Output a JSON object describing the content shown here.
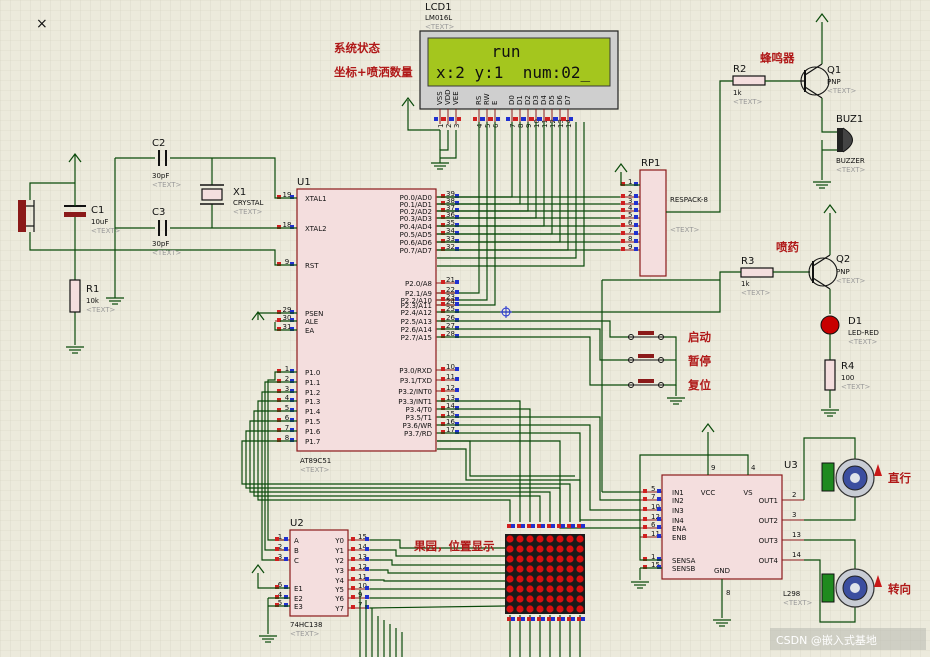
{
  "close_mark": "×",
  "lcd": {
    "ref": "LCD1",
    "model": "LM016L",
    "text_tag": "<TEXT>",
    "line1": "run",
    "line2": "x:2 y:1  num:02_",
    "pins": [
      "VSS",
      "VDD",
      "VEE",
      "RS",
      "RW",
      "E",
      "D0",
      "D1",
      "D2",
      "D3",
      "D4",
      "D5",
      "D6",
      "D7"
    ],
    "pin_nums": [
      "1",
      "2",
      "3",
      "4",
      "5",
      "6",
      "7",
      "8",
      "9",
      "10",
      "11",
      "12",
      "13",
      "14"
    ]
  },
  "annotations": {
    "system_state": "系统状态",
    "coord_count": "坐标+喷洒数量",
    "buzzer": "蜂鸣器",
    "spray": "喷药",
    "start": "启动",
    "pause": "暂停",
    "reset": "复位",
    "orchard": "果园，位置显示",
    "forward": "直行",
    "turn": "转向"
  },
  "u1": {
    "ref": "U1",
    "model": "AT89C51",
    "text_tag": "<TEXT>",
    "left_pins": [
      {
        "num": "19",
        "name": "XTAL1"
      },
      {
        "num": "18",
        "name": "XTAL2"
      },
      {
        "num": "9",
        "name": "RST"
      },
      {
        "num": "29",
        "name": "PSEN"
      },
      {
        "num": "30",
        "name": "ALE"
      },
      {
        "num": "31",
        "name": "EA"
      },
      {
        "num": "1",
        "name": "P1.0"
      },
      {
        "num": "2",
        "name": "P1.1"
      },
      {
        "num": "3",
        "name": "P1.2"
      },
      {
        "num": "4",
        "name": "P1.3"
      },
      {
        "num": "5",
        "name": "P1.4"
      },
      {
        "num": "6",
        "name": "P1.5"
      },
      {
        "num": "7",
        "name": "P1.6"
      },
      {
        "num": "8",
        "name": "P1.7"
      }
    ],
    "right_pins": [
      {
        "num": "39",
        "name": "P0.0/AD0"
      },
      {
        "num": "38",
        "name": "P0.1/AD1"
      },
      {
        "num": "37",
        "name": "P0.2/AD2"
      },
      {
        "num": "36",
        "name": "P0.3/AD3"
      },
      {
        "num": "35",
        "name": "P0.4/AD4"
      },
      {
        "num": "34",
        "name": "P0.5/AD5"
      },
      {
        "num": "33",
        "name": "P0.6/AD6"
      },
      {
        "num": "32",
        "name": "P0.7/AD7"
      },
      {
        "num": "21",
        "name": "P2.0/A8"
      },
      {
        "num": "22",
        "name": "P2.1/A9"
      },
      {
        "num": "23",
        "name": "P2.2/A10"
      },
      {
        "num": "24",
        "name": "P2.3/A11"
      },
      {
        "num": "25",
        "name": "P2.4/A12"
      },
      {
        "num": "26",
        "name": "P2.5/A13"
      },
      {
        "num": "27",
        "name": "P2.6/A14"
      },
      {
        "num": "28",
        "name": "P2.7/A15"
      },
      {
        "num": "10",
        "name": "P3.0/RXD"
      },
      {
        "num": "11",
        "name": "P3.1/TXD"
      },
      {
        "num": "12",
        "name": "P3.2/INT0"
      },
      {
        "num": "13",
        "name": "P3.3/INT1"
      },
      {
        "num": "14",
        "name": "P3.4/T0"
      },
      {
        "num": "15",
        "name": "P3.5/T1"
      },
      {
        "num": "16",
        "name": "P3.6/WR"
      },
      {
        "num": "17",
        "name": "P3.7/RD"
      }
    ]
  },
  "c1": {
    "ref": "C1",
    "value": "10uF",
    "text_tag": "<TEXT>"
  },
  "c2": {
    "ref": "C2",
    "value": "30pF",
    "text_tag": "<TEXT>"
  },
  "c3": {
    "ref": "C3",
    "value": "30pF",
    "text_tag": "<TEXT>"
  },
  "x1": {
    "ref": "X1",
    "value": "CRYSTAL",
    "text_tag": "<TEXT>"
  },
  "r1": {
    "ref": "R1",
    "value": "10k",
    "text_tag": "<TEXT>"
  },
  "rp1": {
    "ref": "RP1",
    "value": "RESPACK-8",
    "text_tag": "<TEXT>",
    "pins": [
      "1",
      "2",
      "3",
      "4",
      "5",
      "6",
      "7",
      "8",
      "9"
    ]
  },
  "r2": {
    "ref": "R2",
    "value": "1k",
    "text_tag": "<TEXT>"
  },
  "r3": {
    "ref": "R3",
    "value": "1k",
    "text_tag": "<TEXT>"
  },
  "r4": {
    "ref": "R4",
    "value": "100",
    "text_tag": "<TEXT>"
  },
  "q1": {
    "ref": "Q1",
    "value": "PNP",
    "text_tag": "<TEXT>"
  },
  "q2": {
    "ref": "Q2",
    "value": "PNP",
    "text_tag": "<TEXT>"
  },
  "buz1": {
    "ref": "BUZ1",
    "value": "BUZZER",
    "text_tag": "<TEXT>"
  },
  "d1": {
    "ref": "D1",
    "value": "LED-RED",
    "text_tag": "<TEXT>"
  },
  "u2": {
    "ref": "U2",
    "model": "74HC138",
    "text_tag": "<TEXT>",
    "left_pins": [
      {
        "num": "1",
        "name": "A"
      },
      {
        "num": "2",
        "name": "B"
      },
      {
        "num": "3",
        "name": "C"
      },
      {
        "num": "6",
        "name": "E1"
      },
      {
        "num": "4",
        "name": "E2"
      },
      {
        "num": "5",
        "name": "E3"
      }
    ],
    "right_pins": [
      {
        "num": "15",
        "name": "Y0"
      },
      {
        "num": "14",
        "name": "Y1"
      },
      {
        "num": "13",
        "name": "Y2"
      },
      {
        "num": "12",
        "name": "Y3"
      },
      {
        "num": "11",
        "name": "Y4"
      },
      {
        "num": "10",
        "name": "Y5"
      },
      {
        "num": "9",
        "name": "Y6"
      },
      {
        "num": "7",
        "name": "Y7"
      }
    ]
  },
  "u3": {
    "ref": "U3",
    "model": "L298",
    "text_tag": "<TEXT>",
    "left_pins": [
      {
        "num": "5",
        "name": "IN1"
      },
      {
        "num": "7",
        "name": "IN2"
      },
      {
        "num": "10",
        "name": "IN3"
      },
      {
        "num": "12",
        "name": "IN4"
      },
      {
        "num": "6",
        "name": "ENA"
      },
      {
        "num": "11",
        "name": "ENB"
      },
      {
        "num": "1",
        "name": "SENSA"
      },
      {
        "num": "15",
        "name": "SENSB"
      }
    ],
    "right_pins": [
      {
        "num": "2",
        "name": "OUT1"
      },
      {
        "num": "3",
        "name": "OUT2"
      },
      {
        "num": "13",
        "name": "OUT3"
      },
      {
        "num": "14",
        "name": "OUT4"
      }
    ],
    "top_pins": [
      {
        "num": "9",
        "name": "VCC"
      },
      {
        "num": "4",
        "name": "VS"
      }
    ],
    "bottom_pin": {
      "num": "8",
      "name": "GND"
    }
  },
  "watermark": "CSDN @嵌入式基地"
}
